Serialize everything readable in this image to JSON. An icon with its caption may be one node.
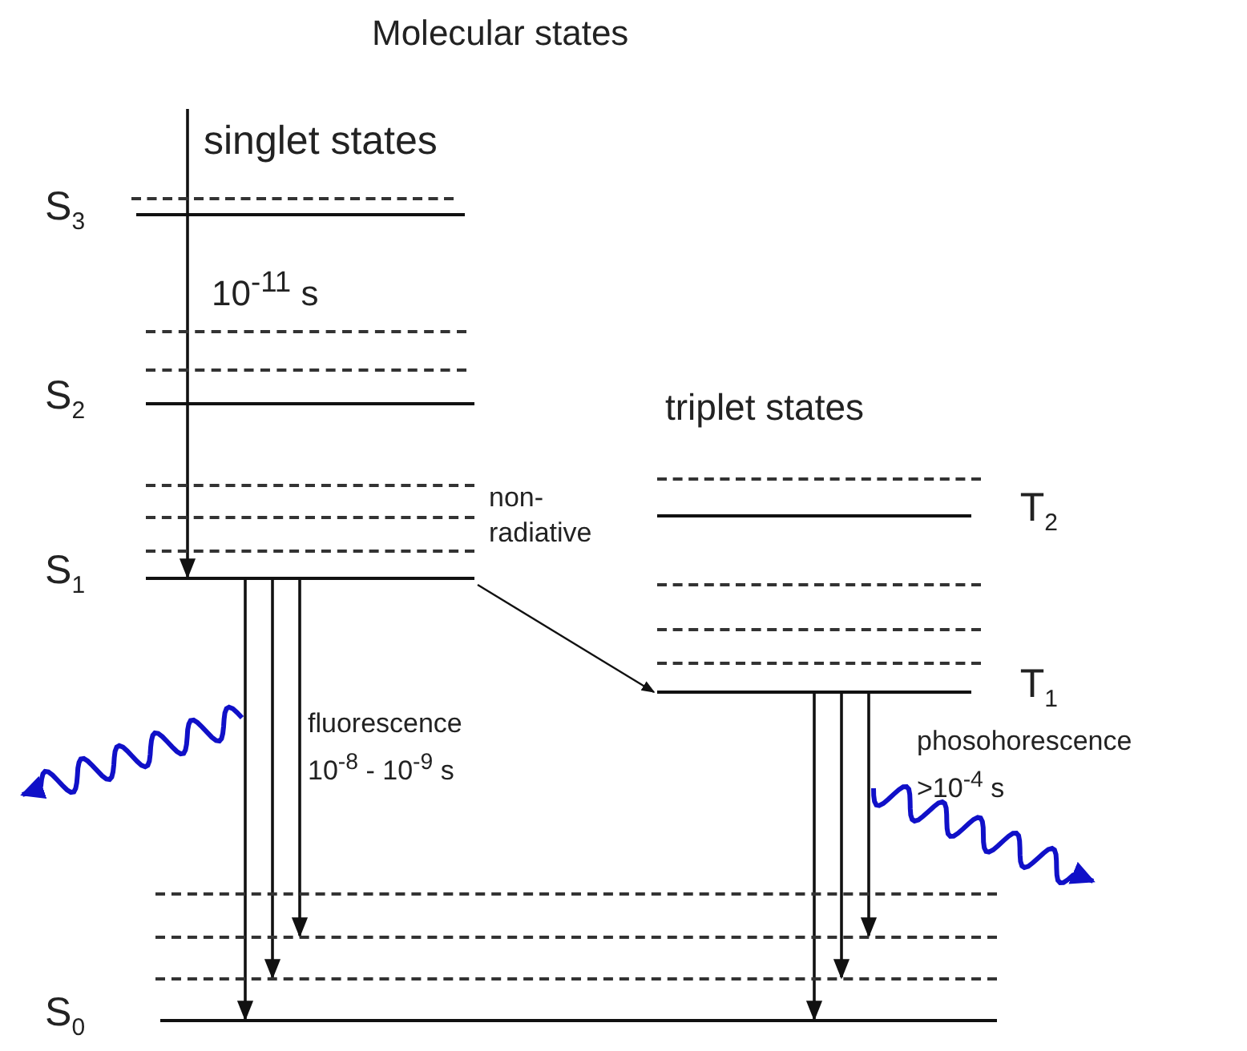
{
  "diagram": {
    "title": "Molecular states",
    "nodes": [
      {
        "text": [
          "S$_{3}$"
        ]
      },
      {
        "text": [
          "S$_{2}$"
        ]
      },
      {
        "text": [
          "S$_{1}$"
        ]
      },
      {
        "text": [
          "T$_{2}$"
        ]
      },
      {
        "text": [
          "T$_{1}$"
        ]
      },
      {
        "text": [
          "S$_{0}$"
        ]
      },
      {
        "text": [],
        "shape": "bar"
      },
      {
        "text": [],
        "shape": "bar"
      }
    ],
    "edges": [
      {
        "from": null,
        "to": 2,
        "arrow": "to"
      },
      {
        "from": 2,
        "to": 5,
        "arrow": "to"
      },
      {
        "from": 2,
        "to": 7,
        "arrow": "to"
      },
      {
        "from": 2,
        "to": 6,
        "arrow": "to"
      },
      {
        "from": 2,
        "to": 4,
        "arrow": "to",
        "label": "non-radiative"
      },
      {
        "from": 4,
        "to": 5,
        "arrow": "to"
      },
      {
        "from": 4,
        "to": 7,
        "arrow": "to"
      },
      {
        "from": 4,
        "to": 6,
        "arrow": "to"
      }
    ],
    "labels": [
      "singlet states",
      "10$^{-11}$ s",
      "triplet states",
      "fluorescence 10$^{-8}$ - 10$^{-9}$ s",
      "phosohorescence >10$^{-4}$ s"
    ]
  }
}
